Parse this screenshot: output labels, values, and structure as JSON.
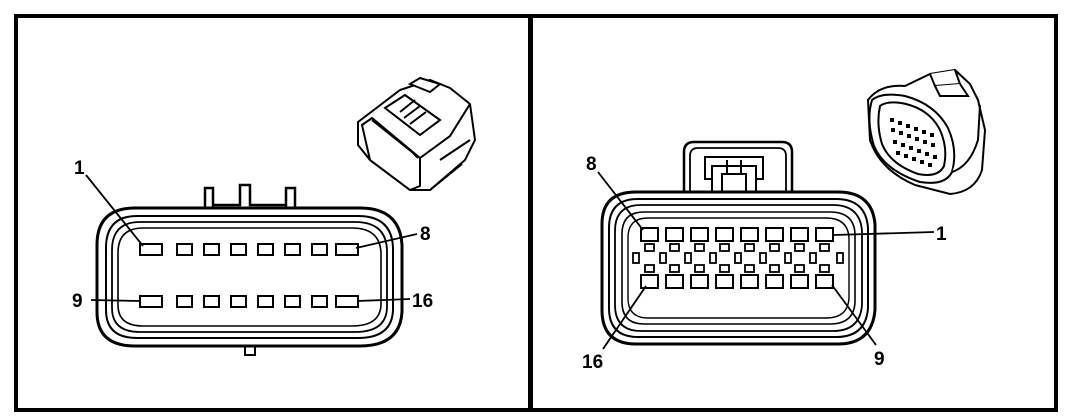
{
  "left_view": {
    "pin_labels": {
      "top_first": "1",
      "top_last": "8",
      "bottom_first": "9",
      "bottom_last": "16"
    }
  },
  "right_view": {
    "pin_labels": {
      "top_left": "8",
      "top_right": "1",
      "bottom_left": "16",
      "bottom_right": "9"
    }
  },
  "colors": {
    "line": "#000000",
    "background": "#ffffff"
  }
}
